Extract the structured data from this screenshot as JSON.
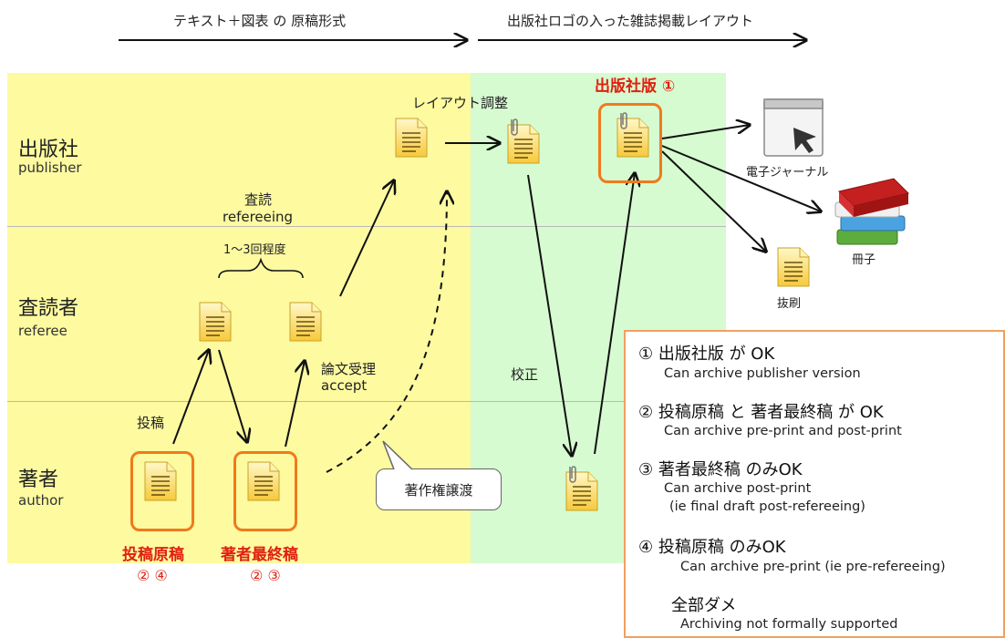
{
  "header": {
    "left_label": "テキスト＋図表 の 原稿形式",
    "right_label": "出版社ロゴの入った雑誌掲載レイアウト"
  },
  "rows": [
    {
      "jp": "出版社",
      "en": "publisher"
    },
    {
      "jp": "査読者",
      "en": "referee"
    },
    {
      "jp": "著者",
      "en": "author"
    }
  ],
  "labels": {
    "layout_adjust": "レイアウト調整",
    "publisher_version": "出版社版 ①",
    "refereeing_jp": "査読",
    "refereeing_en": "refereeing",
    "rounds": "1～3回程度",
    "accept_jp": "論文受理",
    "accept_en": "accept",
    "submission": "投稿",
    "proofreading": "校正",
    "copyright_transfer": "著作権譲渡",
    "ejournal": "電子ジャーナル",
    "booklet": "冊子",
    "offprint": "抜刷",
    "preprint": "投稿原稿",
    "preprint_nums": "② ④",
    "postprint": "著者最終稿",
    "postprint_nums": "② ③"
  },
  "legend": {
    "items": [
      {
        "jp": "①  出版社版 が OK",
        "en": "Can archive publisher version"
      },
      {
        "jp": "②  投稿原稿 と 著者最終稿 が OK",
        "en": "Can archive pre-print and post-print"
      },
      {
        "jp": "③  著者最終稿 のみOK",
        "en": "Can archive post-print",
        "en2": "(ie final draft post-refereeing)"
      },
      {
        "jp": "④  投稿原稿 のみOK",
        "en": "Can archive pre-print (ie pre-refereeing)"
      },
      {
        "jp": "全部ダメ",
        "en": "Archiving not formally supported"
      }
    ]
  },
  "colors": {
    "yellow_band": "#fdfaa0",
    "green_band": "#d6fbd0",
    "highlight": "#f07a1c",
    "red_text": "#e02010"
  }
}
